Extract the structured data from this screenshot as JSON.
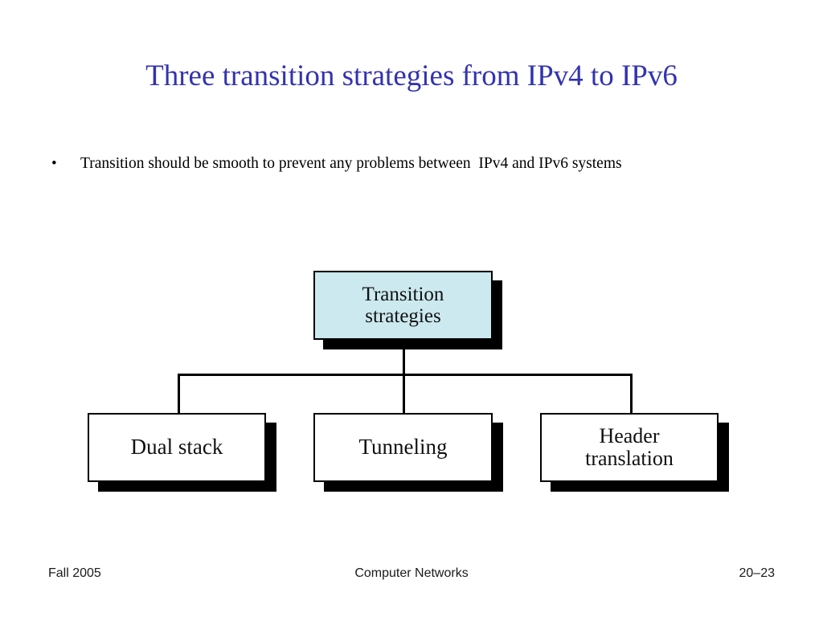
{
  "slide": {
    "title": "Three transition strategies from IPv4 to IPv6",
    "title_color": "#3333b0",
    "background_color": "#ffffff"
  },
  "body": {
    "bullets": [
      {
        "marker": "•",
        "text": "Transition should be smooth to prevent any problems between  IPv4 and IPv6 systems"
      }
    ]
  },
  "diagram": {
    "type": "tree",
    "accent_fill": "#cbe9ee",
    "border_color": "#000000",
    "shadow_color": "#000000",
    "root": {
      "label": "Transition\nstrategies"
    },
    "children": [
      {
        "label": "Dual stack"
      },
      {
        "label": "Tunneling"
      },
      {
        "label": "Header\ntranslation"
      }
    ]
  },
  "footer": {
    "left": "Fall 2005",
    "center": "Computer Networks",
    "right": "20‒23"
  }
}
